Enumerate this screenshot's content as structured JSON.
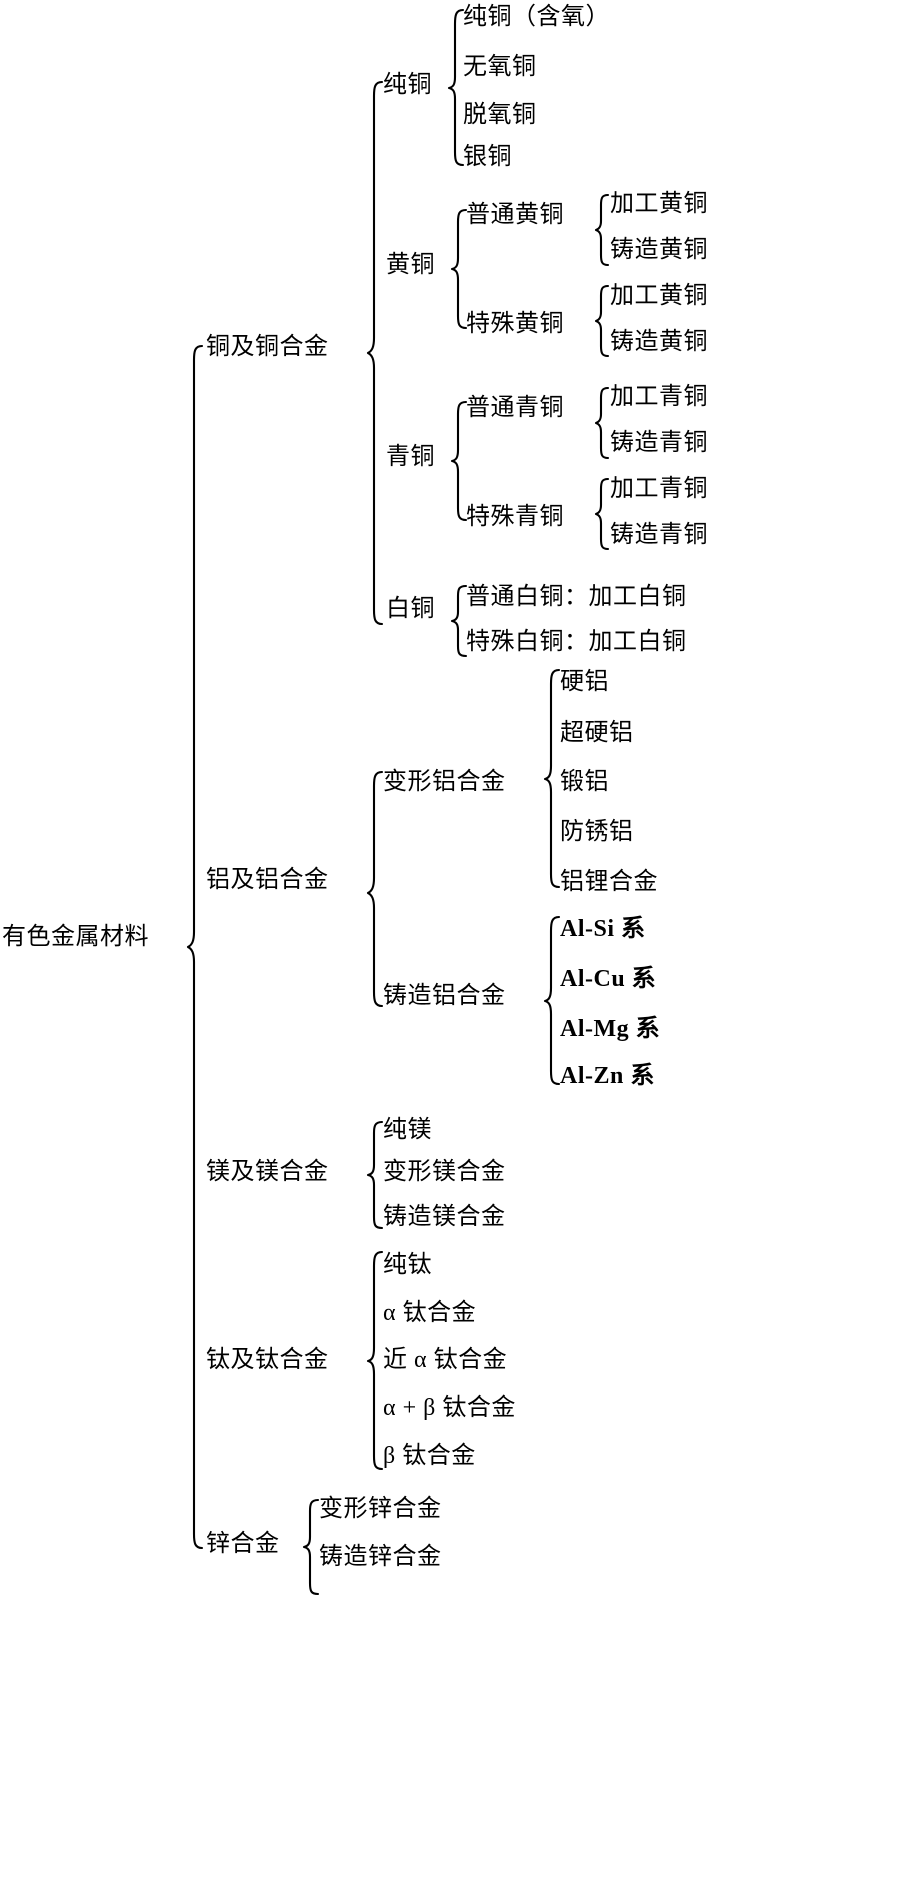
{
  "diagram": {
    "type": "tree-brace-diagram",
    "title": "有色金属材料",
    "root": {
      "label": "有色金属材料",
      "children": [
        {
          "label": "铜及铜合金",
          "children": [
            {
              "label": "纯铜",
              "children": [
                {
                  "label": "纯铜（含氧）"
                },
                {
                  "label": "无氧铜"
                },
                {
                  "label": "脱氧铜"
                },
                {
                  "label": "银铜"
                }
              ]
            },
            {
              "label": "黄铜",
              "children": [
                {
                  "label": "普通黄铜",
                  "children": [
                    {
                      "label": "加工黄铜"
                    },
                    {
                      "label": "铸造黄铜"
                    }
                  ]
                },
                {
                  "label": "特殊黄铜",
                  "children": [
                    {
                      "label": "加工黄铜"
                    },
                    {
                      "label": "铸造黄铜"
                    }
                  ]
                }
              ]
            },
            {
              "label": "青铜",
              "children": [
                {
                  "label": "普通青铜",
                  "children": [
                    {
                      "label": "加工青铜"
                    },
                    {
                      "label": "铸造青铜"
                    }
                  ]
                },
                {
                  "label": "特殊青铜",
                  "children": [
                    {
                      "label": "加工青铜"
                    },
                    {
                      "label": "铸造青铜"
                    }
                  ]
                }
              ]
            },
            {
              "label": "白铜",
              "children": [
                {
                  "label": "普通白铜：加工白铜"
                },
                {
                  "label": "特殊白铜：加工白铜"
                }
              ]
            }
          ]
        },
        {
          "label": "铝及铝合金",
          "children": [
            {
              "label": "变形铝合金",
              "children": [
                {
                  "label": "硬铝"
                },
                {
                  "label": "超硬铝"
                },
                {
                  "label": "锻铝"
                },
                {
                  "label": "防锈铝"
                },
                {
                  "label": "铝锂合金"
                }
              ]
            },
            {
              "label": "铸造铝合金",
              "children": [
                {
                  "label": "Al-Si 系"
                },
                {
                  "label": "Al-Cu 系"
                },
                {
                  "label": "Al-Mg 系"
                },
                {
                  "label": "Al-Zn 系"
                }
              ]
            }
          ]
        },
        {
          "label": "镁及镁合金",
          "children": [
            {
              "label": "纯镁"
            },
            {
              "label": "变形镁合金"
            },
            {
              "label": "铸造镁合金"
            }
          ]
        },
        {
          "label": "钛及钛合金",
          "children": [
            {
              "label": "纯钛"
            },
            {
              "label": "α 钛合金"
            },
            {
              "label": "近 α 钛合金"
            },
            {
              "label": "α + β 钛合金"
            },
            {
              "label": "β 钛合金"
            }
          ]
        },
        {
          "label": "锌合金",
          "children": [
            {
              "label": "变形锌合金"
            },
            {
              "label": "铸造锌合金"
            }
          ]
        }
      ]
    },
    "nodes": {
      "root": "有色金属材料",
      "cu": "铜及铜合金",
      "cu_pure": "纯铜",
      "cu_pure_1": "纯铜（含氧）",
      "cu_pure_2": "无氧铜",
      "cu_pure_3": "脱氧铜",
      "cu_pure_4": "银铜",
      "brass": "黄铜",
      "brass_common": "普通黄铜",
      "brass_common_1": "加工黄铜",
      "brass_common_2": "铸造黄铜",
      "brass_special": "特殊黄铜",
      "brass_special_1": "加工黄铜",
      "brass_special_2": "铸造黄铜",
      "bronze": "青铜",
      "bronze_common": "普通青铜",
      "bronze_common_1": "加工青铜",
      "bronze_common_2": "铸造青铜",
      "bronze_special": "特殊青铜",
      "bronze_special_1": "加工青铜",
      "bronze_special_2": "铸造青铜",
      "cupronickel": "白铜",
      "cupronickel_1": "普通白铜：加工白铜",
      "cupronickel_2": "特殊白铜：加工白铜",
      "al": "铝及铝合金",
      "al_wrought": "变形铝合金",
      "al_wrought_1": "硬铝",
      "al_wrought_2": "超硬铝",
      "al_wrought_3": "锻铝",
      "al_wrought_4": "防锈铝",
      "al_wrought_5": "铝锂合金",
      "al_cast": "铸造铝合金",
      "al_cast_1": "Al-Si 系",
      "al_cast_2": "Al-Cu 系",
      "al_cast_3": "Al-Mg 系",
      "al_cast_4": "Al-Zn 系",
      "mg": "镁及镁合金",
      "mg_1": "纯镁",
      "mg_2": "变形镁合金",
      "mg_3": "铸造镁合金",
      "ti": "钛及钛合金",
      "ti_1": "纯钛",
      "ti_2": "α 钛合金",
      "ti_3": "近 α 钛合金",
      "ti_4": "α + β 钛合金",
      "ti_5": "β 钛合金",
      "zn": "锌合金",
      "zn_1": "变形锌合金",
      "zn_2": "铸造锌合金"
    },
    "colors": {
      "ink": "#000000",
      "background": "#ffffff"
    }
  }
}
